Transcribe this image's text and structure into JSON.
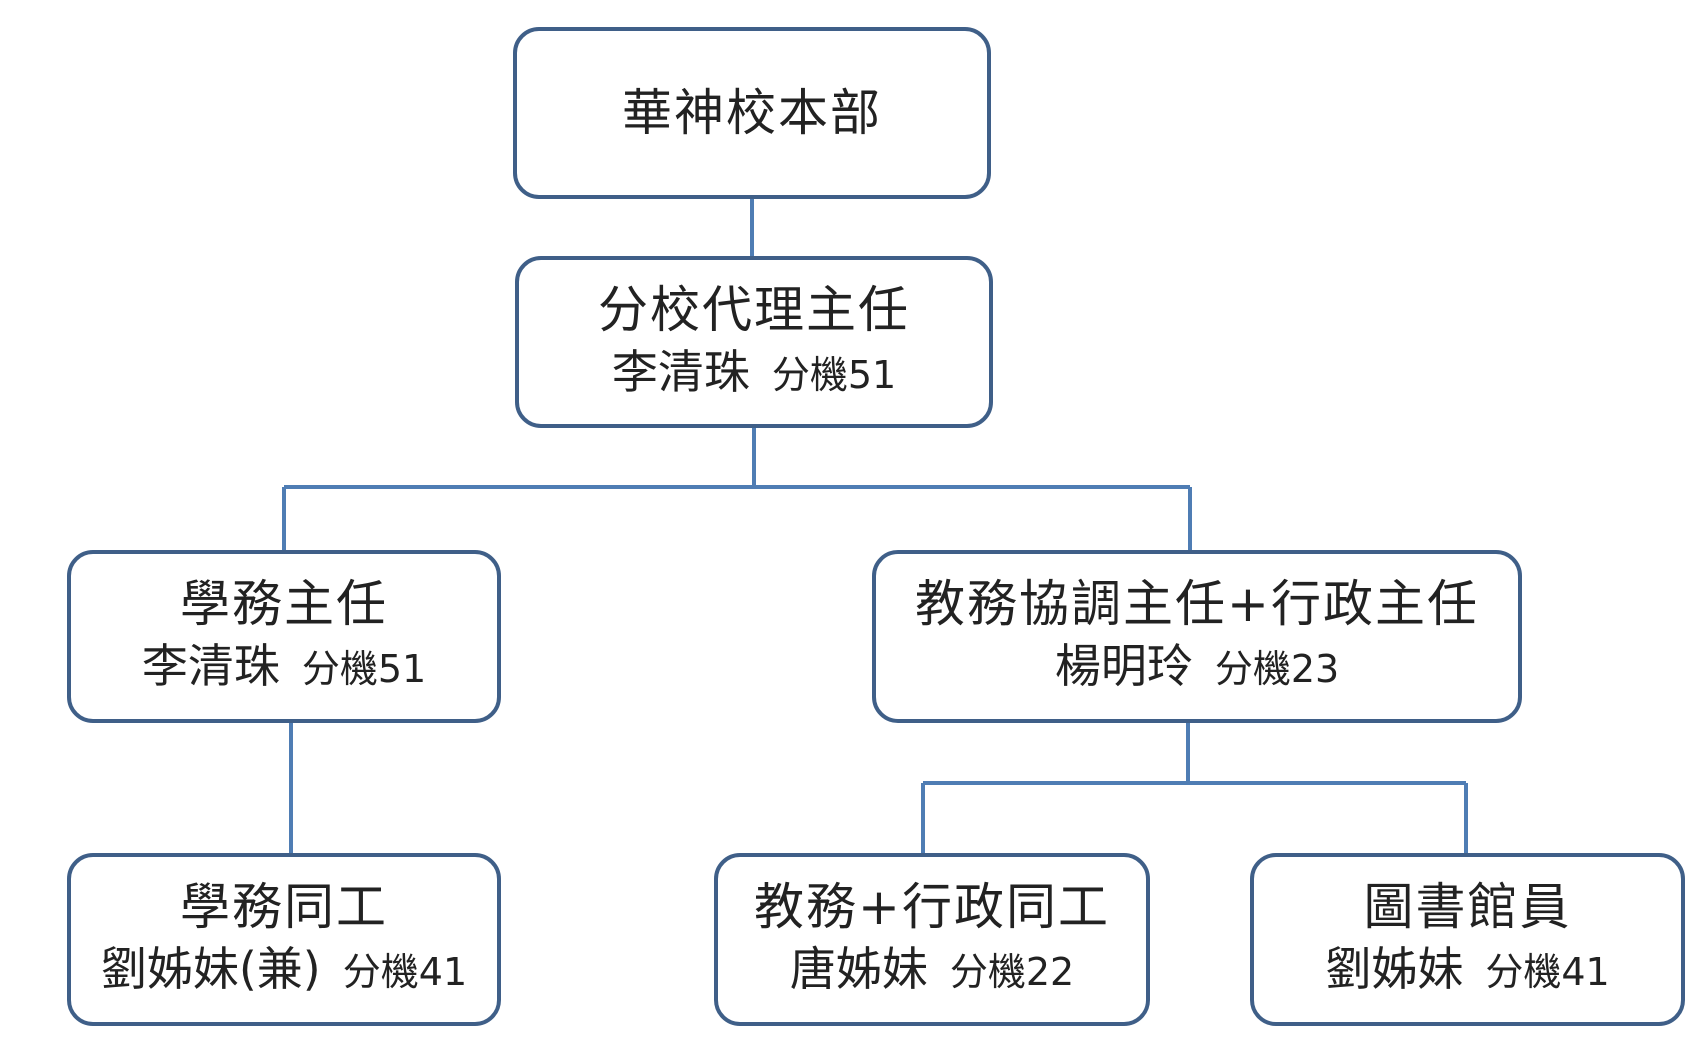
{
  "diagram": {
    "type": "org-chart",
    "colors": {
      "line": "#4f7db4",
      "box_border": "#3f5f88",
      "text": "#222222",
      "background": "#ffffff"
    },
    "nodes": {
      "root": {
        "title": "華神校本部"
      },
      "acting_director": {
        "title": "分校代理主任",
        "name": "李清珠",
        "ext": "分機51"
      },
      "student_affairs_director": {
        "title": "學務主任",
        "name": "李清珠",
        "ext": "分機51"
      },
      "academic_admin_director": {
        "title": "教務協調主任+行政主任",
        "name": "楊明玲",
        "ext": "分機23"
      },
      "student_affairs_staff": {
        "title": "學務同工",
        "name": "劉姊妹(兼)",
        "ext": "分機41"
      },
      "academic_admin_staff": {
        "title": "教務+行政同工",
        "name": "唐姊妹",
        "ext": "分機22"
      },
      "librarian": {
        "title": "圖書館員",
        "name": "劉姊妹",
        "ext": "分機41"
      }
    },
    "edges": [
      [
        "root",
        "acting_director"
      ],
      [
        "acting_director",
        "student_affairs_director"
      ],
      [
        "acting_director",
        "academic_admin_director"
      ],
      [
        "student_affairs_director",
        "student_affairs_staff"
      ],
      [
        "academic_admin_director",
        "academic_admin_staff"
      ],
      [
        "academic_admin_director",
        "librarian"
      ]
    ]
  }
}
